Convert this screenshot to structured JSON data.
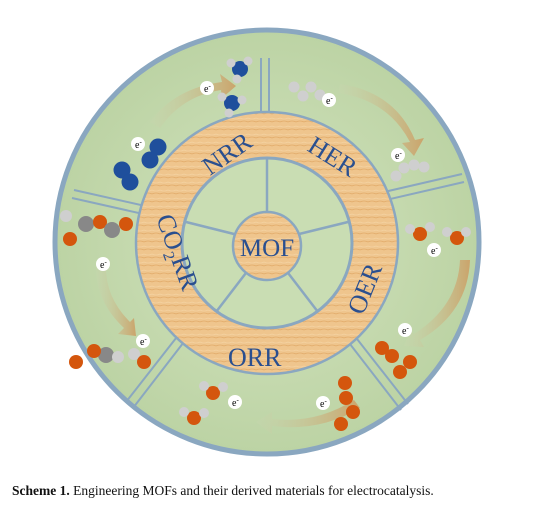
{
  "diagram": {
    "center_label": "MOF",
    "segments": [
      {
        "id": "nrr",
        "label": "NRR"
      },
      {
        "id": "her",
        "label": "HER"
      },
      {
        "id": "oer",
        "label": "OER"
      },
      {
        "id": "orr",
        "label": "ORR"
      },
      {
        "id": "co2rr",
        "label_main": "CO",
        "label_sub": "2",
        "label_tail": "RR"
      }
    ],
    "electron_label": "e",
    "electron_superscript": "-"
  },
  "colors": {
    "background_disc": "#c7dbb1",
    "disc_border": "#8aa7c0",
    "mof_ring": "#efc58d",
    "spokes": "#8aa7c0",
    "label_blue": "#2a4f8f",
    "nitrogen": "#1f4f9c",
    "oxygen": "#d4560d",
    "carbon": "#888888",
    "hydrogen": "#cfcfcf"
  },
  "caption": {
    "label": "Scheme 1.",
    "text": "Engineering MOFs and their derived materials for electrocatalysis."
  }
}
